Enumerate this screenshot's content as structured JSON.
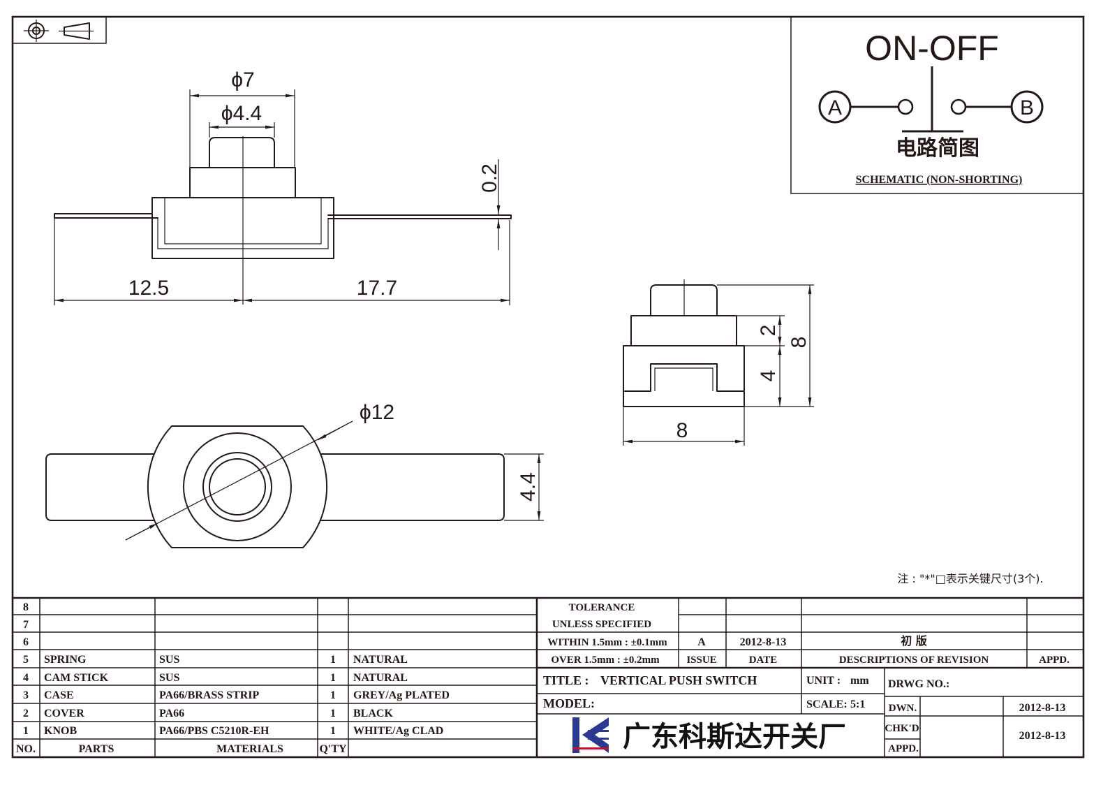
{
  "colors": {
    "line": "#231815",
    "logo": "#2b3990",
    "background": "#ffffff"
  },
  "icons": {
    "projection": "third-angle-projection-icon",
    "logo": "company-logo-icon"
  },
  "schematic": {
    "title": "ON-OFF",
    "terminal_a": "A",
    "terminal_b": "B",
    "label_cn": "电路简图",
    "label_en": "SCHEMATIC (NON-SHORTING)"
  },
  "front_view": {
    "knob_outer_dia": "ϕ7",
    "knob_inner_dia": "ϕ4.4",
    "terminal_thickness": "0.2",
    "left_length": "12.5",
    "right_length": "17.7"
  },
  "side_view": {
    "collar_height": "2",
    "body_height": "4",
    "total_height": "8",
    "width": "8"
  },
  "top_view": {
    "body_dia": "ϕ12",
    "terminal_width": "4.4"
  },
  "note": "注 : \"*\"□表示关键尺寸(3个).",
  "parts_list": {
    "header": {
      "no": "NO.",
      "parts": "PARTS",
      "materials": "MATERIALS",
      "qty": "Q'TY"
    },
    "rows": [
      {
        "no": "8"
      },
      {
        "no": "7"
      },
      {
        "no": "6"
      },
      {
        "no": "5",
        "parts": "SPRING",
        "materials": "SUS",
        "qty": "1",
        "finish": "NATURAL"
      },
      {
        "no": "4",
        "parts": "CAM STICK",
        "materials": "SUS",
        "qty": "1",
        "finish": "NATURAL"
      },
      {
        "no": "3",
        "parts": "CASE",
        "materials": "PA66/BRASS STRIP",
        "qty": "1",
        "finish": "GREY/Ag PLATED"
      },
      {
        "no": "2",
        "parts": "COVER",
        "materials": "PA66",
        "qty": "1",
        "finish": "BLACK"
      },
      {
        "no": "1",
        "parts": "KNOB",
        "materials": "PA66/PBS C5210R-EH",
        "qty": "1",
        "finish": "WHITE/Ag CLAD"
      }
    ]
  },
  "tolerance": {
    "title": "TOLERANCE",
    "subtitle": "UNLESS  SPECIFIED",
    "within": "WITHIN 1.5mm : ±0.1mm",
    "over": "OVER 1.5mm : ±0.2mm"
  },
  "revision": {
    "header": {
      "issue": "ISSUE",
      "date": "DATE",
      "description": "DESCRIPTIONS OF REVISION",
      "approved": "APPD."
    },
    "rows": [
      {
        "issue": "A",
        "date": "2012-8-13",
        "description": "初 版"
      }
    ]
  },
  "title_block": {
    "title_label": "TITLE :",
    "title": "VERTICAL PUSH SWITCH",
    "unit_label": "UNIT :",
    "unit": "mm",
    "drawing_no_label": "DRWG NO.:",
    "model_label": "MODEL:",
    "scale_label": "SCALE:",
    "scale": "5:1",
    "company": "广东科斯达开关厂",
    "drawn_label": "DWN.",
    "drawn_date": "2012-8-13",
    "checked_label": "CHK'D",
    "checked_date": "2012-8-13",
    "approved_label": "APPD."
  }
}
